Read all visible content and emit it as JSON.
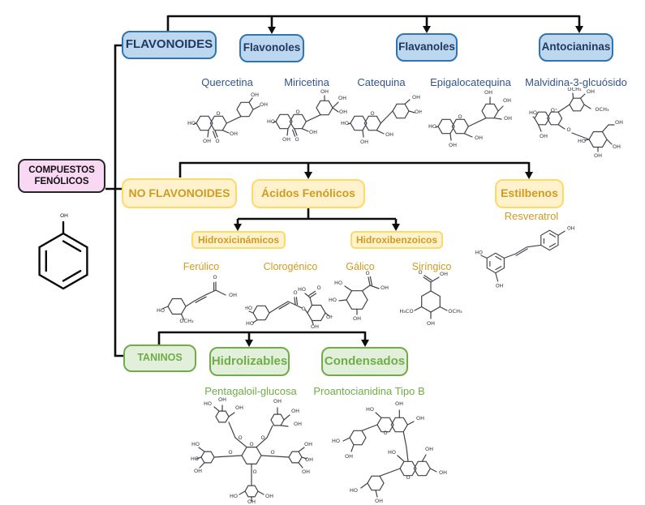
{
  "colors": {
    "blue_fill": "#bdd7ee",
    "blue_border": "#2e75b6",
    "blue_text": "#1f3864",
    "yellow_fill": "#fff2cc",
    "yellow_border": "#ffd966",
    "yellow_text": "#cf9b20",
    "green_fill": "#e2efda",
    "green_border": "#70ad47",
    "green_text": "#6fad47",
    "pink_fill": "#f8d8f2",
    "line": "#0d0d0d"
  },
  "root": {
    "title_line1": "COMPUESTOS",
    "title_line2": "FENÓLICOS"
  },
  "flavonoids": {
    "header": "FLAVONOIDES",
    "groups": [
      {
        "label": "Flavonoles"
      },
      {
        "label": "Flavanoles"
      },
      {
        "label": "Antocianinas"
      }
    ],
    "compounds": [
      {
        "name": "Quercetina"
      },
      {
        "name": "Miricetina"
      },
      {
        "name": "Catequina"
      },
      {
        "name": "Epigalocatequina"
      },
      {
        "name": "Malvidina-3-glcuósido"
      }
    ]
  },
  "non_flavonoids": {
    "header": "NO FLAVONOIDES",
    "phenolic_acids": {
      "label": "Ácidos Fenólicos",
      "subgroups": [
        {
          "label": "Hidroxicinámicos"
        },
        {
          "label": "Hidroxibenzoicos"
        }
      ],
      "compounds": [
        {
          "name": "Ferúlico"
        },
        {
          "name": "Clorogénico"
        },
        {
          "name": "Gálico"
        },
        {
          "name": "Siríngico"
        }
      ]
    },
    "stilbenes": {
      "label": "Estilbenos",
      "compound": {
        "name": "Resveratrol"
      }
    }
  },
  "tannins": {
    "header": "TANINOS",
    "groups": [
      {
        "label": "Hidrolizables",
        "compound": {
          "name": "Pentagaloil-glucosa"
        }
      },
      {
        "label": "Condensados",
        "compound": {
          "name": "Proantocianidina Tipo B"
        }
      }
    ]
  },
  "structures": {
    "phenol": [
      [
        "OH",
        49,
        30,
        25
      ]
    ],
    "quercetina": [
      [
        "HO",
        6,
        42
      ],
      [
        "O",
        39,
        30
      ],
      [
        "OH",
        84,
        7
      ],
      [
        "OH",
        95,
        19
      ],
      [
        "OH",
        58,
        55
      ],
      [
        "OH",
        25,
        64
      ],
      [
        "O",
        38,
        64
      ]
    ],
    "miricetina": [
      [
        "HO",
        6,
        42
      ],
      [
        "O",
        39,
        30
      ],
      [
        "OH",
        72,
        5
      ],
      [
        "OH",
        94,
        13
      ],
      [
        "OH",
        95,
        30
      ],
      [
        "OH",
        58,
        55
      ],
      [
        "OH",
        25,
        64
      ],
      [
        "O",
        38,
        64
      ]
    ],
    "catequina": [
      [
        "HO",
        5,
        42
      ],
      [
        "O",
        39,
        30
      ],
      [
        "OH",
        93,
        10
      ],
      [
        "OH",
        96,
        28
      ],
      [
        "OH",
        60,
        56
      ],
      [
        "OH",
        29,
        65
      ]
    ],
    "epigalocatequina": [
      [
        "HO",
        5,
        48
      ],
      [
        "O",
        39,
        36
      ],
      [
        "OH",
        74,
        6
      ],
      [
        "OH",
        97,
        16
      ],
      [
        "OH",
        98,
        38
      ],
      [
        "OH",
        62,
        62
      ],
      [
        "OH",
        30,
        71
      ]
    ],
    "malvidina": [
      [
        "HO",
        6,
        33
      ],
      [
        "O⁺",
        32,
        30
      ],
      [
        "OCH₃",
        57,
        4
      ],
      [
        "OH",
        77,
        7
      ],
      [
        "OCH₃",
        91,
        29
      ],
      [
        "OH",
        19,
        62
      ],
      [
        "O",
        50,
        54
      ],
      [
        "OH",
        112,
        45
      ],
      [
        "HO",
        66,
        68
      ],
      [
        "OH",
        86,
        86
      ],
      [
        "OH",
        109,
        75
      ]
    ],
    "ferulico": [
      [
        "HO",
        6,
        49
      ],
      [
        "OCH₃",
        38,
        62
      ],
      [
        "O",
        73,
        8
      ],
      [
        "OH",
        95,
        30
      ]
    ],
    "clorogenico": [
      [
        "HO",
        4,
        48
      ],
      [
        "HO",
        6,
        67
      ],
      [
        "O",
        62,
        29
      ],
      [
        "O",
        72,
        49
      ],
      [
        "HO",
        70,
        25
      ],
      [
        "O",
        91,
        23
      ],
      [
        "OH",
        105,
        59
      ],
      [
        "OH",
        86,
        71
      ]
    ],
    "galico": [
      [
        "HO",
        17,
        17
      ],
      [
        "HO",
        10,
        38
      ],
      [
        "OH",
        40,
        61
      ],
      [
        "O",
        53,
        5
      ],
      [
        "OH",
        74,
        23
      ]
    ],
    "siringico": [
      [
        "O",
        30,
        8
      ],
      [
        "OH",
        59,
        10
      ],
      [
        "H₃CO",
        13,
        56
      ],
      [
        "OCH₃",
        73,
        56
      ],
      [
        "OH",
        43,
        71
      ]
    ],
    "resveratrol": [
      [
        "HO",
        8,
        44
      ],
      [
        "OH",
        129,
        12
      ],
      [
        "OH",
        35,
        88
      ]
    ],
    "pentagaloil": [
      [
        "O",
        76,
        60
      ],
      [
        "O",
        62,
        52
      ],
      [
        "O",
        90,
        52
      ],
      [
        "O",
        50,
        70
      ],
      [
        "O",
        102,
        70
      ],
      [
        "O",
        80,
        94
      ],
      [
        "HO",
        22,
        10
      ],
      [
        "OH",
        40,
        5
      ],
      [
        "OH",
        61,
        15
      ],
      [
        "OH",
        108,
        7
      ],
      [
        "OH",
        130,
        19
      ],
      [
        "OH",
        133,
        35
      ],
      [
        "HO",
        7,
        60
      ],
      [
        "HO",
        6,
        78
      ],
      [
        "OH",
        10,
        93
      ],
      [
        "OH",
        146,
        60
      ],
      [
        "OH",
        147,
        79
      ],
      [
        "OH",
        143,
        94
      ],
      [
        "HO",
        54,
        124
      ],
      [
        "OH",
        98,
        124
      ],
      [
        "OH",
        76,
        131
      ]
    ],
    "proantocianidina": [
      [
        "O",
        78,
        46
      ],
      [
        "HO",
        59,
        17
      ],
      [
        "OH",
        95,
        10
      ],
      [
        "OH",
        121,
        28
      ],
      [
        "HO",
        86,
        70
      ],
      [
        "O",
        106,
        101
      ],
      [
        "OH",
        132,
        66
      ],
      [
        "OH",
        149,
        95
      ],
      [
        "HO",
        17,
        56
      ],
      [
        "OH",
        33,
        75
      ],
      [
        "HO",
        39,
        117
      ],
      [
        "OH",
        70,
        130
      ]
    ]
  }
}
